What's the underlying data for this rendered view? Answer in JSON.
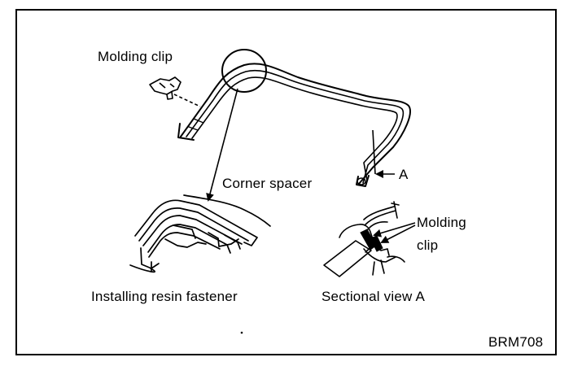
{
  "labels": {
    "molding_clip_top": "Molding clip",
    "corner_spacer": "Corner spacer",
    "section_marker": "A",
    "molding_clip_section_line1": "Molding",
    "molding_clip_section_line2": "clip",
    "caption_left": "Installing resin fastener",
    "caption_right": "Sectional view A",
    "figure_code": "BRM708"
  },
  "colors": {
    "ink": "#000000",
    "paper": "#ffffff"
  }
}
